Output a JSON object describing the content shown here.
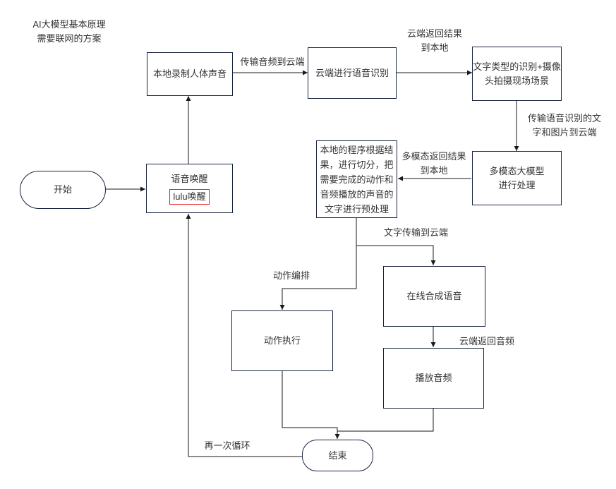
{
  "title": "AI大模型基本原理\n需要联网的方案",
  "nodes": {
    "start": {
      "label": "开始"
    },
    "voice_wake": {
      "label": "语音唤醒",
      "sublabel": "lulu唤醒"
    },
    "record": {
      "label": "本地录制人体声音"
    },
    "cloud_asr": {
      "label": "云端进行语音识别"
    },
    "text_recognition": {
      "label": "文字类型的识别+摄像头拍摄现场场景"
    },
    "multimodal": {
      "label": "多模态大模型\n进行处理"
    },
    "local_process": {
      "label": "本地的程序根据结果，进行切分，把需要完成的动作和音频播放的声音的文字进行预处理"
    },
    "tts": {
      "label": "在线合成语音"
    },
    "action_exec": {
      "label": "动作执行"
    },
    "play_audio": {
      "label": "播放音频"
    },
    "end": {
      "label": "结束"
    }
  },
  "edge_labels": {
    "audio_to_cloud": "传输音频到云端",
    "cloud_return_result": "云端返回结果\n到本地",
    "send_text_image": "传输语音识别的文\n字和图片到云端",
    "multimodal_return": "多模态返回结果\n到本地",
    "text_to_cloud": "文字传输到云端",
    "action_orchestration": "动作编排",
    "cloud_return_audio": "云端返回音频",
    "loop_again": "再一次循环"
  },
  "colors": {
    "box_border": "#1a2340",
    "connector": "#1a1a1a",
    "text": "#333333",
    "highlight_red": "#e62129",
    "background": "#ffffff"
  }
}
